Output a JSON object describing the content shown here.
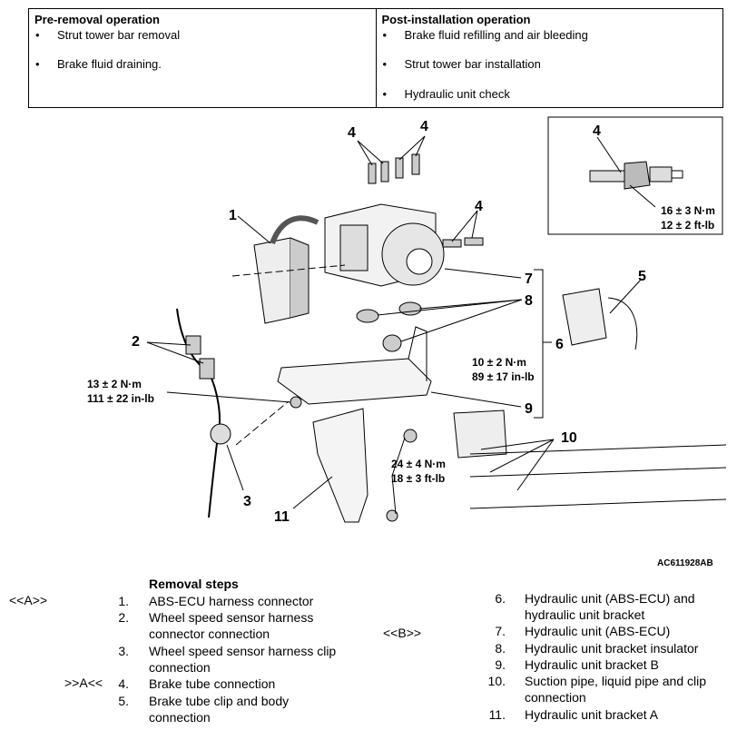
{
  "pre_removal": {
    "title": "Pre-removal operation",
    "items": [
      "Strut tower bar removal",
      "Brake fluid draining."
    ]
  },
  "post_installation": {
    "title": "Post-installation operation",
    "items": [
      "Brake fluid refilling and air bleeding",
      "Strut tower bar installation",
      "Hydraulic unit check"
    ]
  },
  "diagram": {
    "callouts": [
      "1",
      "2",
      "3",
      "4",
      "5",
      "6",
      "7",
      "8",
      "9",
      "10",
      "11"
    ],
    "torques": {
      "inset": [
        "16 ± 3 N·m",
        "12 ± 2 ft-lb"
      ],
      "t13": [
        "13 ± 2 N·m",
        "111 ± 22 in-lb"
      ],
      "t10": [
        "10 ± 2 N·m",
        "89 ± 17 in-lb"
      ],
      "t24": [
        "24 ± 4 N·m",
        "18 ± 3 ft-lb"
      ]
    }
  },
  "figure_code": "AC611928AB",
  "removal": {
    "title": "Removal steps",
    "refs": {
      "A_left": "<<A>>",
      "A_right": ">>A<<",
      "B_left": "<<B>>"
    },
    "steps": [
      {
        "num": "1.",
        "text": "ABS-ECU harness connector"
      },
      {
        "num": "2.",
        "text": "Wheel speed sensor harness",
        "text2": "connector connection"
      },
      {
        "num": "3.",
        "text": "Wheel speed sensor harness clip",
        "text2": "connection"
      },
      {
        "num": "4.",
        "text": "Brake tube connection"
      },
      {
        "num": "5.",
        "text": "Brake tube clip and body",
        "text2": "connection"
      },
      {
        "num": "6.",
        "text": "Hydraulic unit (ABS-ECU) and",
        "text2": "hydraulic unit bracket"
      },
      {
        "num": "7.",
        "text": "Hydraulic unit (ABS-ECU)"
      },
      {
        "num": "8.",
        "text": "Hydraulic unit bracket insulator"
      },
      {
        "num": "9.",
        "text": "Hydraulic unit bracket B"
      },
      {
        "num": "10.",
        "text": "Suction pipe, liquid pipe and clip",
        "text2": "connection"
      },
      {
        "num": "11.",
        "text": "Hydraulic unit bracket A"
      }
    ]
  }
}
